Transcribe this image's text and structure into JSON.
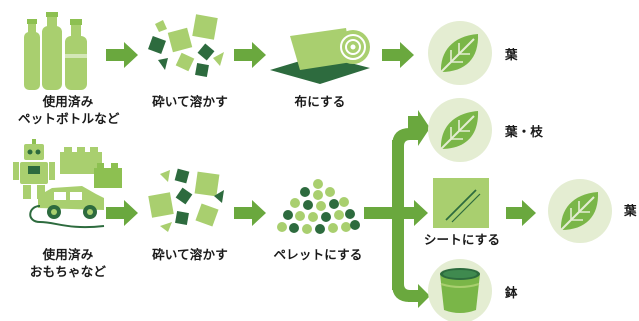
{
  "colors": {
    "light_green": "#a9cf6f",
    "mid_green": "#8dc051",
    "dark_green": "#2d6b3e",
    "arrow_green": "#6aa83e",
    "circle_bg": "#e4edd2",
    "leaf_green": "#7ab648"
  },
  "top_row": {
    "source_line1": "使用済み",
    "source_line2": "ペットボトルなど",
    "crush": "砕いて溶かす",
    "cloth": "布にする",
    "result": "葉"
  },
  "bottom_row": {
    "source_line1": "使用済み",
    "source_line2": "おもちゃなど",
    "crush": "砕いて溶かす",
    "pellet": "ペレットにする",
    "branch_top": "葉・枝",
    "sheet": "シートにする",
    "sheet_result": "葉",
    "pot": "鉢"
  },
  "icons": [
    "bottles-icon",
    "fragments-icon",
    "cloth-roll-icon",
    "leaf-icon",
    "toys-icon",
    "pellets-icon",
    "sheet-icon",
    "pot-icon",
    "arrow-right-icon"
  ]
}
